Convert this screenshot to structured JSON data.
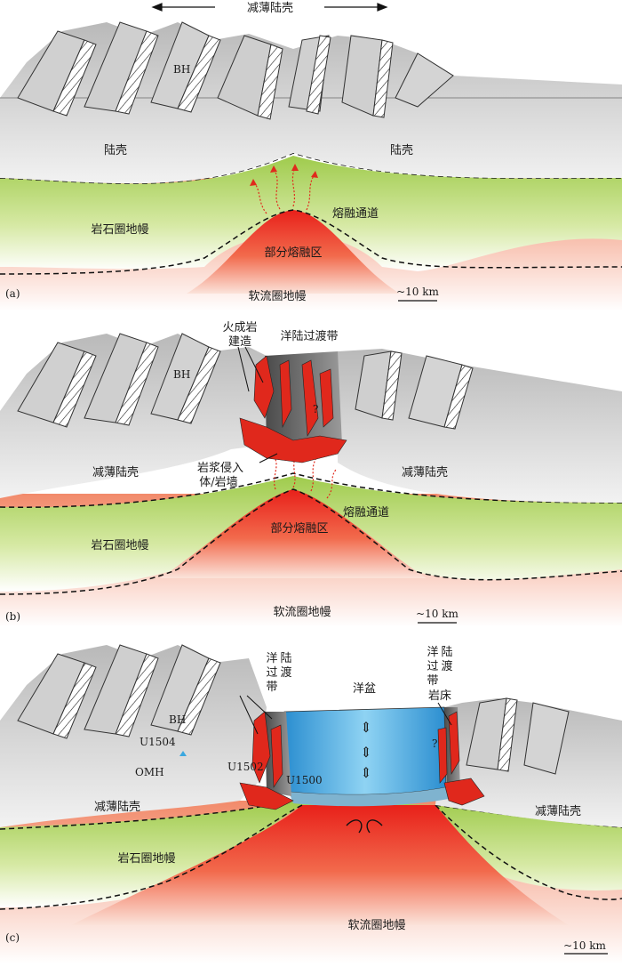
{
  "panel_a": {
    "tag": "(a)",
    "top_label": "减薄陆壳",
    "bh": "BH",
    "crust_left": "陆壳",
    "crust_right": "陆壳",
    "lith": "岩石圈地幔",
    "channel": "熔融通道",
    "melt": "部分熔融区",
    "asth": "软流圈地幔",
    "scale": "~10 km"
  },
  "panel_b": {
    "tag": "(b)",
    "bh": "BH",
    "igneous_l1": "火成岩",
    "igneous_l2": "建造",
    "transition": "洋陆过渡带",
    "question": "?",
    "crust_left": "减薄陆壳",
    "crust_right": "减薄陆壳",
    "intrusion_l1": "岩浆侵入",
    "intrusion_l2": "体/岩墙",
    "channel": "熔融通道",
    "lith": "岩石圈地幔",
    "melt": "部分熔融区",
    "asth": "软流圈地幔",
    "scale": "~10 km"
  },
  "panel_c": {
    "tag": "(c)",
    "bh": "BH",
    "omh": "OMH",
    "site1": "U1504",
    "site2": "U1502",
    "site3": "U1500",
    "octz_left": [
      "洋",
      "陆",
      "过",
      "渡",
      "带"
    ],
    "basin": "洋盆",
    "octz_right": [
      "洋",
      "陆",
      "过",
      "渡",
      "带"
    ],
    "sill": "岩床",
    "question": "?",
    "crust_left": "减薄陆壳",
    "crust_right": "减薄陆壳",
    "lith": "岩石圈地幔",
    "asth": "软流圈地幔",
    "scale": "~10 km"
  },
  "colors": {
    "lithosphere": "#a9cf58",
    "asthenosphere": "#ef5a3a",
    "melt_core": "#e8261a",
    "crust": "#c8c8c8",
    "basin": "#3aa7df"
  }
}
